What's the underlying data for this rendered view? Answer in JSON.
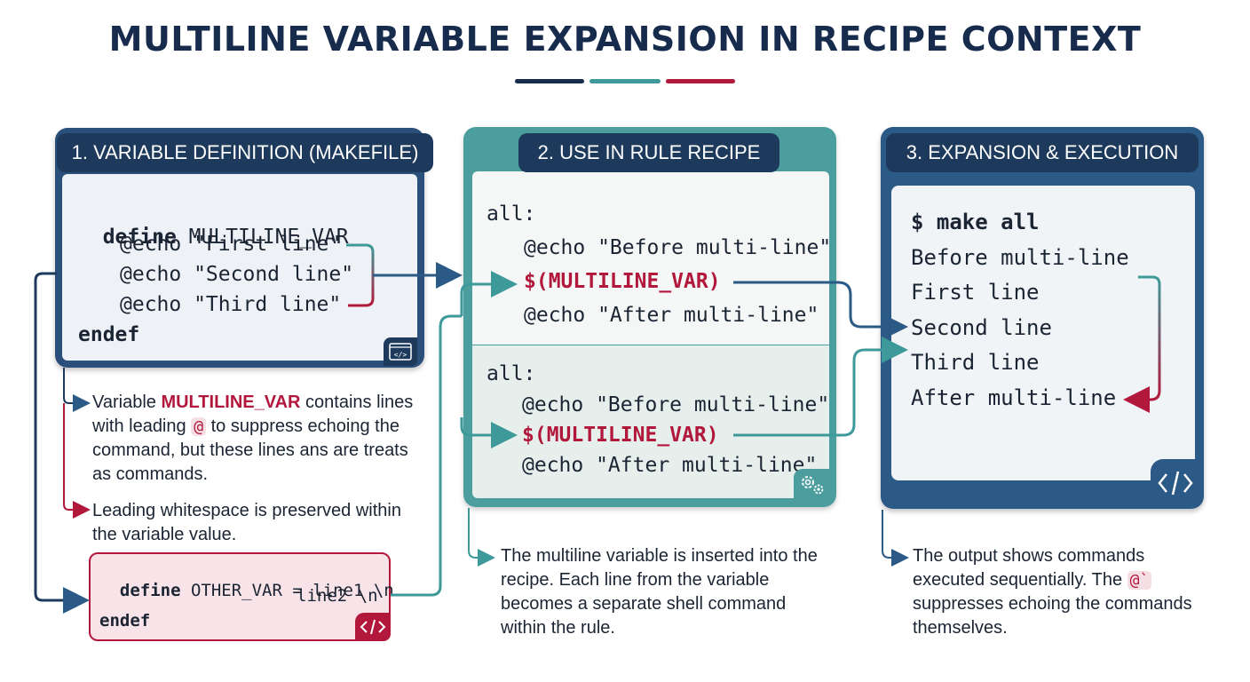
{
  "title": "MULTILINE VARIABLE EXPANSION IN RECIPE CONTEXT",
  "colors": {
    "navy": "#1d3a5c",
    "teal": "#3e9a9a",
    "red": "#b2183c"
  },
  "panel1": {
    "header": "1. VARIABLE DEFINITION (MAKEFILE)",
    "define_kw": "define",
    "define_name": " MULTILINE_VAR",
    "lines": [
      "@echo \"First line\"",
      "@echo \"Second line\"",
      "@echo \"Third line\""
    ],
    "endef": "endef",
    "icon": "code-window-icon"
  },
  "panel2": {
    "header": "2. USE IN RULE RECIPE",
    "block1": {
      "target": "all:",
      "before": "@echo \"Before multi-line\"",
      "var": "$(MULTILINE_VAR)",
      "after": "@echo \"After multi-line\""
    },
    "block2": {
      "target": "all:",
      "before": "@echo \"Before multi-line\"",
      "var": "$(MULTILINE_VAR)",
      "after": "@echo \"After multi-line\""
    },
    "icon": "gears-icon"
  },
  "panel3": {
    "header": "3. EXPANSION & EXECUTION",
    "command": "$ make all",
    "output": [
      "Before multi-line",
      "First line",
      "Second line",
      "Third line",
      "After multi-line"
    ],
    "icon": "code-brackets-icon"
  },
  "notes": {
    "note1": {
      "prefix": "Variable ",
      "var": "MULTILINE_VAR",
      "mid": " contains lines with leading ",
      "at": "@",
      "suffix": " to suppress echoing the command, but these lines ans are treats as commands."
    },
    "note2": "Leading whitespace is preserved within the variable value.",
    "note3": "The multiline variable is inserted into the recipe. Each line from the variable becomes a separate shell command within the rule.",
    "note4": {
      "prefix": "The output shows commands executed sequentially. The ",
      "at": "@`",
      "suffix": " suppresses echoing the commands themselves."
    }
  },
  "other_var": {
    "line1_kw": "define",
    "line1_rest": " OTHER_VAR = line1 \\n",
    "line2": "line2 \\n",
    "line3": "endef",
    "icon": "code-brackets-icon"
  }
}
